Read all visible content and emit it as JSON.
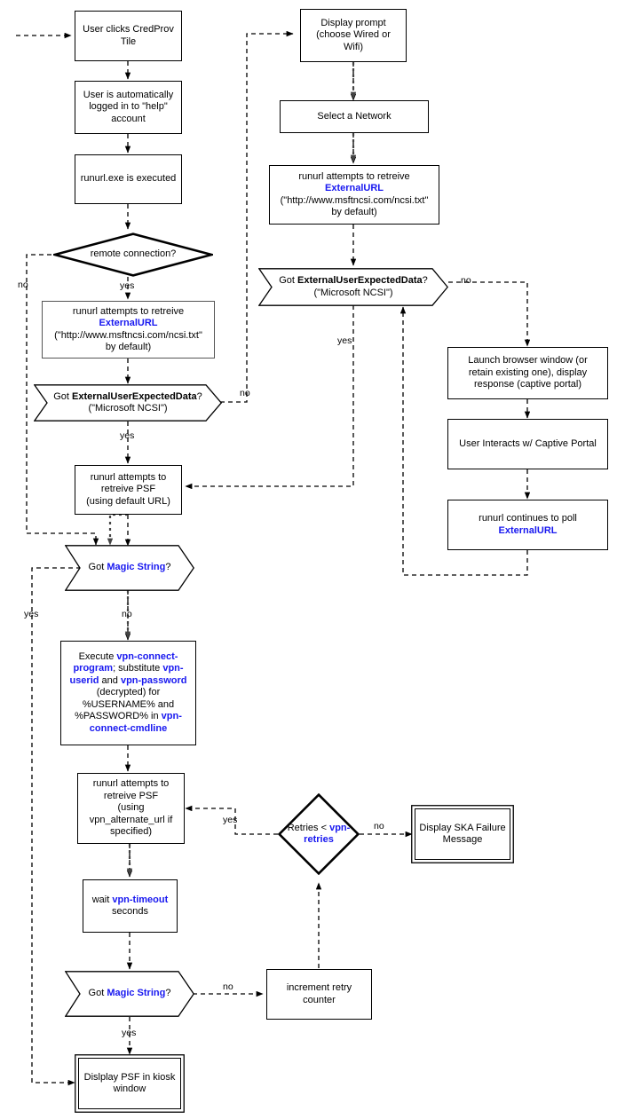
{
  "diagram": {
    "title": "runurl / CredProv captive-portal and VPN flow",
    "colors": {
      "keyword": "#1818f0",
      "line": "#000000",
      "gray_border": "#555555"
    },
    "nodes": [
      {
        "id": "user-clicks-credprov-tile",
        "type": "process",
        "lines": [
          {
            "t": "User clicks CredProv"
          },
          {
            "t": "Tile"
          }
        ]
      },
      {
        "id": "auto-login-help-account",
        "type": "process",
        "lines": [
          {
            "t": "User is automatically"
          },
          {
            "t": "logged in to \"help\""
          },
          {
            "t": "account"
          }
        ]
      },
      {
        "id": "runurl-exe-executed",
        "type": "process",
        "lines": [
          {
            "t": "runurl.exe is executed"
          }
        ]
      },
      {
        "id": "remote-connection-decision",
        "type": "decision",
        "lines": [
          {
            "t": "remote connection?"
          }
        ]
      },
      {
        "id": "left-retrieve-externalurl",
        "type": "process",
        "lines": [
          {
            "t": "runurl attempts to retreive"
          },
          {
            "t": "ExternalURL",
            "kw": true
          },
          {
            "t": "(\"http://www.msftncsi.com/ncsi.txt\""
          },
          {
            "t": "by default)"
          }
        ]
      },
      {
        "id": "left-got-externaluserexpecteddata",
        "type": "hexagon",
        "lines": [
          {
            "t": "Got "
          },
          {
            "t": "ExternalUserExpectedData",
            "bold": true
          },
          {
            "t": "?"
          },
          {
            "br": true
          },
          {
            "t": "(\"Microsoft NCSI\")"
          }
        ]
      },
      {
        "id": "retrieve-psf-default-url",
        "type": "process",
        "lines": [
          {
            "t": "runurl attempts to"
          },
          {
            "t": "retreive PSF"
          },
          {
            "t": "(using default URL)"
          }
        ]
      },
      {
        "id": "got-magic-string-1",
        "type": "hexagon",
        "lines": [
          {
            "t": "Got "
          },
          {
            "t": "Magic String",
            "kw": true
          },
          {
            "t": "?"
          }
        ]
      },
      {
        "id": "execute-vpn-connect-program",
        "type": "process",
        "lines": [
          {
            "t": "Execute "
          },
          {
            "t": "vpn-connect-",
            "kw": true
          },
          {
            "br": true
          },
          {
            "t": "program",
            "kw": true
          },
          {
            "t": "; substitute "
          },
          {
            "t": "vpn-",
            "kw": true
          },
          {
            "br": true
          },
          {
            "t": "userid",
            "kw": true
          },
          {
            "t": " and "
          },
          {
            "t": "vpn-password",
            "kw": true
          },
          {
            "br": true
          },
          {
            "t": "(decrypted) for"
          },
          {
            "br": true
          },
          {
            "t": "%USERNAME% and"
          },
          {
            "br": true
          },
          {
            "t": "%PASSWORD% in "
          },
          {
            "t": "vpn-",
            "kw": true
          },
          {
            "br": true
          },
          {
            "t": "connect-cmdline",
            "kw": true
          }
        ]
      },
      {
        "id": "retrieve-psf-alternate-url",
        "type": "process",
        "lines": [
          {
            "t": "runurl attempts to"
          },
          {
            "t": "retreive PSF"
          },
          {
            "t": "(using"
          },
          {
            "t": "vpn_alternate_url if"
          },
          {
            "t": "specified)"
          }
        ]
      },
      {
        "id": "wait-vpn-timeout",
        "type": "process",
        "lines": [
          {
            "t": "wait "
          },
          {
            "t": "vpn-timeout",
            "kw": true
          },
          {
            "br": true
          },
          {
            "t": "seconds"
          }
        ]
      },
      {
        "id": "got-magic-string-2",
        "type": "hexagon",
        "lines": [
          {
            "t": "Got "
          },
          {
            "t": "Magic String",
            "kw": true
          },
          {
            "t": "?"
          }
        ]
      },
      {
        "id": "display-psf-kiosk-window",
        "type": "terminator",
        "lines": [
          {
            "t": "Dislplay PSF in kiosk"
          },
          {
            "t": "window"
          }
        ]
      },
      {
        "id": "retries-less-than-vpn-retries",
        "type": "diamond",
        "lines": [
          {
            "t": "Retries < "
          },
          {
            "t": "vpn-",
            "kw": true
          },
          {
            "br": true
          },
          {
            "t": "retries",
            "kw": true
          }
        ]
      },
      {
        "id": "display-ska-failure-message",
        "type": "terminator",
        "lines": [
          {
            "t": "Display SKA Failure"
          },
          {
            "t": "Message"
          }
        ]
      },
      {
        "id": "increment-retry-counter",
        "type": "process",
        "lines": [
          {
            "t": "increment retry"
          },
          {
            "t": "counter"
          }
        ]
      },
      {
        "id": "display-prompt-wired-or-wifi",
        "type": "process",
        "lines": [
          {
            "t": "Display prompt"
          },
          {
            "t": "(choose Wired or"
          },
          {
            "t": "Wifi)"
          }
        ]
      },
      {
        "id": "select-a-network",
        "type": "process",
        "lines": [
          {
            "t": "Select a Network"
          }
        ]
      },
      {
        "id": "right-retrieve-externalurl",
        "type": "process",
        "lines": [
          {
            "t": "runurl attempts to retreive"
          },
          {
            "t": "ExternalURL",
            "kw": true
          },
          {
            "t": "(\"http://www.msftncsi.com/ncsi.txt\""
          },
          {
            "t": "by default)"
          }
        ]
      },
      {
        "id": "right-got-externaluserexpecteddata",
        "type": "hexagon",
        "lines": [
          {
            "t": "Got "
          },
          {
            "t": "ExternalUserExpectedData",
            "bold": true
          },
          {
            "t": "?"
          },
          {
            "br": true
          },
          {
            "t": "(\"Microsoft NCSI\")"
          }
        ]
      },
      {
        "id": "launch-browser-captive-portal",
        "type": "process",
        "lines": [
          {
            "t": "Launch browser window (or"
          },
          {
            "t": "retain existing one), display"
          },
          {
            "t": "response (captive portal)"
          }
        ]
      },
      {
        "id": "user-interacts-captive-portal",
        "type": "process",
        "lines": [
          {
            "t": "User Interacts w/ Captive Portal"
          }
        ]
      },
      {
        "id": "runurl-continues-to-poll",
        "type": "process",
        "lines": [
          {
            "t": "runurl continues to poll"
          },
          {
            "t": "ExternalURL",
            "kw": true
          }
        ]
      }
    ],
    "edge_labels": [
      {
        "id": "remote-connection-no",
        "text": "no"
      },
      {
        "id": "remote-connection-yes",
        "text": "yes"
      },
      {
        "id": "left-ncsi-no",
        "text": "no"
      },
      {
        "id": "left-ncsi-yes",
        "text": "yes"
      },
      {
        "id": "magic-string-1-yes",
        "text": "yes"
      },
      {
        "id": "magic-string-1-no",
        "text": "no"
      },
      {
        "id": "retries-yes",
        "text": "yes"
      },
      {
        "id": "retries-no",
        "text": "no"
      },
      {
        "id": "magic-string-2-yes",
        "text": "yes"
      },
      {
        "id": "magic-string-2-no",
        "text": "no"
      },
      {
        "id": "right-ncsi-no",
        "text": "no"
      },
      {
        "id": "right-ncsi-yes",
        "text": "yes"
      }
    ]
  }
}
